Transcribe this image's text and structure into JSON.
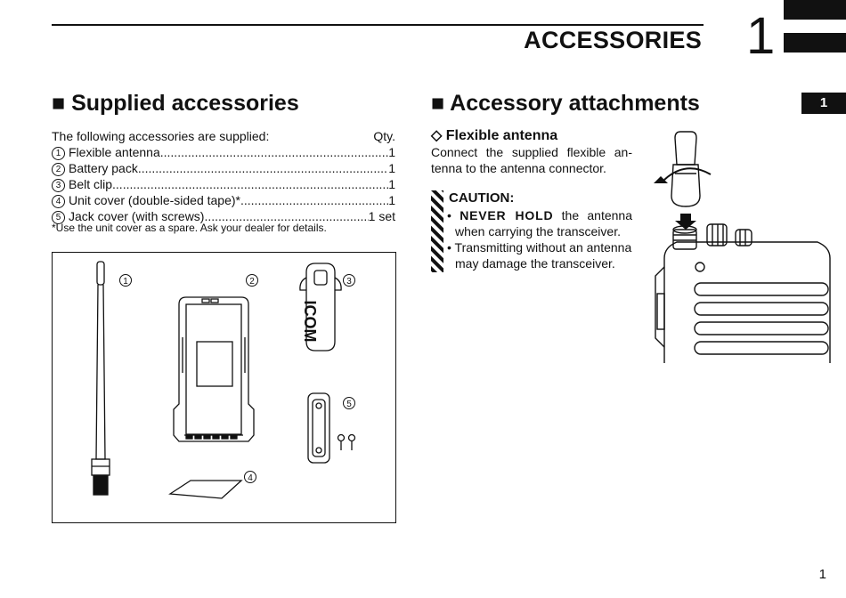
{
  "header": {
    "title": "ACCESSORIES",
    "chapter_number": "1",
    "side_tab": "1"
  },
  "supplied": {
    "heading_marker": "■",
    "heading": "Supplied accessories",
    "intro": "The following accessories are supplied:",
    "qty_label": "Qty.",
    "items": [
      {
        "num": "1",
        "label": "Flexible antenna",
        "qty": "1"
      },
      {
        "num": "2",
        "label": "Battery pack",
        "qty": "1"
      },
      {
        "num": "3",
        "label": "Belt clip ",
        "qty": "1"
      },
      {
        "num": "4",
        "label": "Unit cover (double-sided tape)*",
        "qty": "1"
      },
      {
        "num": "5",
        "label": "Jack cover (with screws) ",
        "qty": "1 set"
      }
    ],
    "note": "*Use the unit cover as a spare. Ask your dealer for details."
  },
  "figure": {
    "callouts": [
      "1",
      "2",
      "3",
      "4",
      "5"
    ],
    "belt_clip_logo": "ICOM"
  },
  "attachments": {
    "heading_marker": "■",
    "heading": "Accessory attachments",
    "sub_marker": "◇",
    "sub_heading": "Flexible antenna",
    "instruction_line1": "Connect the supplied flexible an-",
    "instruction_line2": "tenna to the antenna connector.",
    "caution_title": "CAUTION:",
    "caution_items": [
      {
        "bold": "NEVER HOLD",
        "line1": " the antenna",
        "line2": "when carrying the transceiver."
      },
      {
        "bold": "",
        "line1": "Transmitting without an antenna",
        "line2": "may damage the transceiver."
      }
    ]
  },
  "footer": {
    "page_number": "1"
  }
}
